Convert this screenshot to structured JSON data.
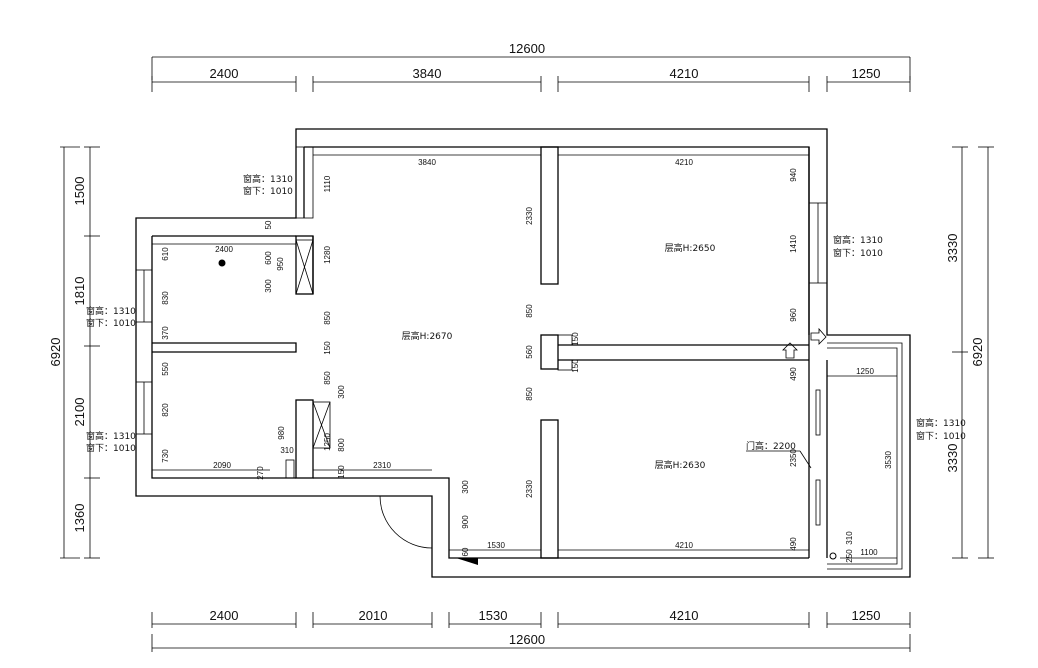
{
  "overall_dims": {
    "top_total": "12600",
    "bottom_total": "12600",
    "left_total": "6920",
    "right_total": "6920"
  },
  "top_segments": [
    "2400",
    "3840",
    "4210",
    "1250"
  ],
  "bottom_segments": [
    "2400",
    "2010",
    "1530",
    "4210",
    "1250"
  ],
  "left_segments": [
    "1500",
    "1810",
    "2100",
    "1360"
  ],
  "right_segments": [
    "3330",
    "3330"
  ],
  "window_notes": {
    "upper_left": [
      "窗高：1310",
      "窗下：1010"
    ],
    "left_mid": [
      "窗高：1310",
      "窗下：1010"
    ],
    "left_low": [
      "窗高：1310",
      "窗下：1010"
    ],
    "right_upper": [
      "窗高：1310",
      "窗下：1010"
    ],
    "balcony": [
      "窗高：1310",
      "窗下：1010"
    ]
  },
  "room_heights": {
    "living": "层高H:2670",
    "bedroom_top": "层高H:2650",
    "bedroom_bottom": "层高H:2630"
  },
  "door_height": "门高：2200",
  "inner_dims": {
    "living_top": "3840",
    "bed_top_width": "4210",
    "bed_bottom_width": "4210",
    "small_room_width": "2400",
    "kitchen_width": "2090",
    "hall_width": "2310",
    "entry_width": "1530",
    "balcony_width": "1250",
    "balcony_bottom": "1100",
    "balcony_height": "3530",
    "bed_door_height": "2350",
    "v_1110": "1110",
    "v_1280": "1280",
    "v_850a": "850",
    "v_150a": "150",
    "v_850b": "850",
    "v_300": "300",
    "v_1250": "1250",
    "v_800": "800",
    "v_150b": "150",
    "v_980": "980",
    "v_310a": "310",
    "v_270": "270",
    "v_2330a": "2330",
    "v_850c": "850",
    "v_560": "560",
    "v_850d": "850",
    "v_2330b": "2330",
    "v_150c": "150",
    "v_150d": "150",
    "v_940": "940",
    "v_1410": "1410",
    "v_960": "960",
    "v_490a": "490",
    "v_490b": "490",
    "v_300b": "300",
    "v_900": "900",
    "v_60": "60",
    "v_610": "610",
    "v_830": "830",
    "v_370": "370",
    "v_550": "550",
    "v_820": "820",
    "v_730": "730",
    "v_600": "600",
    "v_950": "950",
    "v_300c": "300",
    "v_50": "50",
    "v_310b": "310",
    "v_250": "250"
  }
}
